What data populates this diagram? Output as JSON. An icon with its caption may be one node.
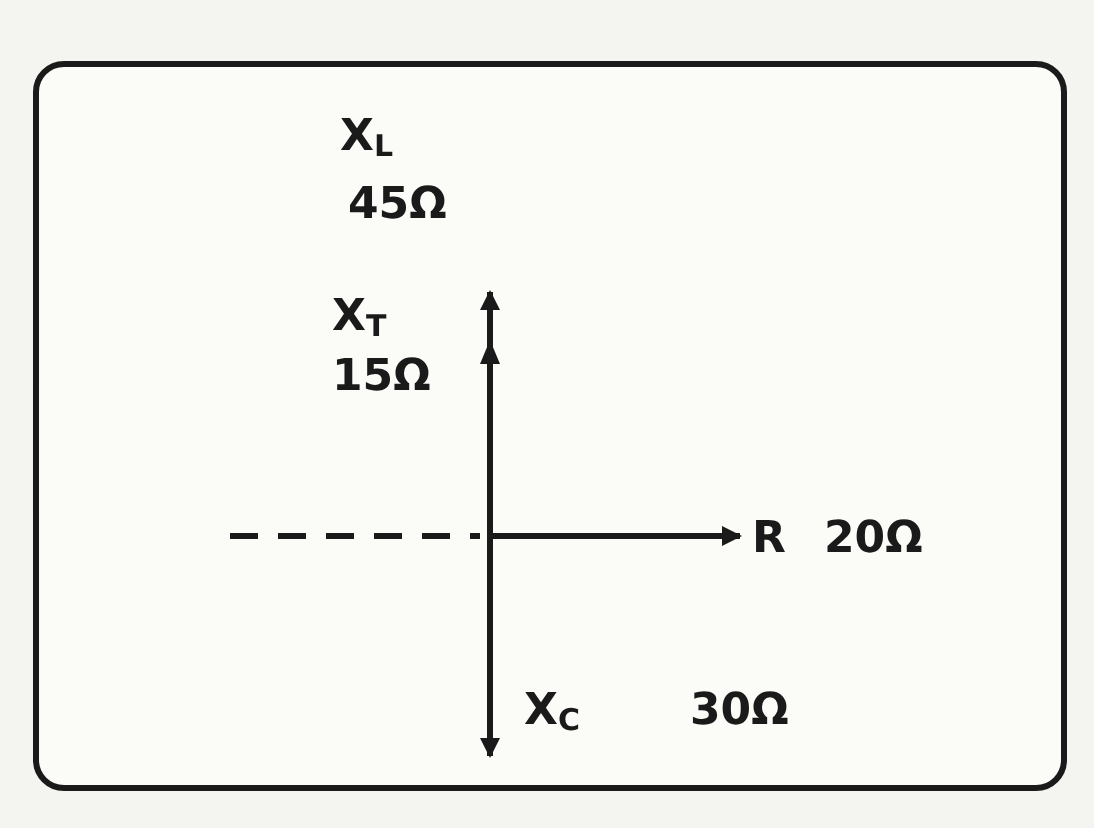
{
  "diagram": {
    "labels": [
      "X$_{L}$",
      "45Ω",
      "X$_{T}$",
      "15Ω",
      "R",
      "20Ω",
      "X$_{C}$",
      "30Ω"
    ]
  }
}
